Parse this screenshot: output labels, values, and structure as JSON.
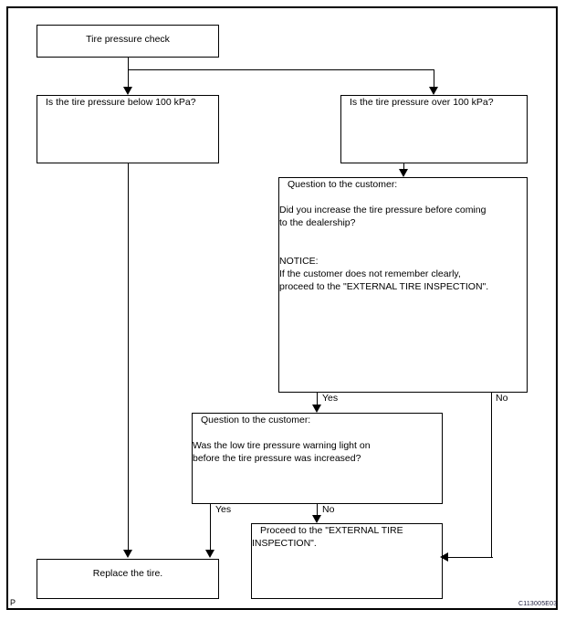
{
  "figure": {
    "corner_mark": "P",
    "figure_code": "C113005E03",
    "line_color": "#000000",
    "background": "#ffffff",
    "text_color": "#000000"
  },
  "chart_data": {
    "type": "diagram",
    "title": "Tire pressure check flowchart",
    "nodes": [
      {
        "id": "start",
        "label": "Tire pressure check"
      },
      {
        "id": "below100",
        "label": "Is the tire pressure below 100 kPa?"
      },
      {
        "id": "over100",
        "label": "Is the tire pressure over 100 kPa?"
      },
      {
        "id": "q1",
        "label": "Question to the customer:\n\nDid you increase the tire pressure before coming\nto the dealership?\n\n\nNOTICE:\nIf the customer does not remember clearly,\nproceed to the \"EXTERNAL TIRE INSPECTION\"."
      },
      {
        "id": "q2",
        "label": "Question to the customer:\n\nWas the low tire pressure warning light on\nbefore the tire pressure was increased?"
      },
      {
        "id": "replace",
        "label": "Replace the tire."
      },
      {
        "id": "external",
        "label": "Proceed to the \"EXTERNAL TIRE\nINSPECTION\"."
      }
    ],
    "edges": [
      {
        "from": "start",
        "to": "below100",
        "label": ""
      },
      {
        "from": "start",
        "to": "over100",
        "label": ""
      },
      {
        "from": "below100",
        "to": "replace",
        "label": ""
      },
      {
        "from": "over100",
        "to": "q1",
        "label": ""
      },
      {
        "from": "q1",
        "to": "q2",
        "label": "Yes"
      },
      {
        "from": "q1",
        "to": "external",
        "label": "No"
      },
      {
        "from": "q2",
        "to": "replace",
        "label": "Yes"
      },
      {
        "from": "q2",
        "to": "external",
        "label": "No"
      }
    ]
  },
  "boxes": {
    "start": {
      "label": "Tire pressure check"
    },
    "below": {
      "label": "Is the tire pressure below 100 kPa?"
    },
    "over": {
      "label": "Is the tire pressure over 100 kPa?"
    },
    "question_one": {
      "label": "Question to the customer:\n\nDid you increase the tire pressure before coming\nto the dealership?\n\n\nNOTICE:\nIf the customer does not remember clearly,\nproceed to the \"EXTERNAL TIRE INSPECTION\"."
    },
    "question_two": {
      "label": "Question to the customer:\n\nWas the low tire pressure warning light on\nbefore the tire pressure was increased?"
    },
    "replace": {
      "label": "Replace the tire."
    },
    "external": {
      "label": "Proceed to the \"EXTERNAL TIRE\nINSPECTION\"."
    }
  },
  "labels": {
    "q1_yes": "Yes",
    "q1_no": "No",
    "q2_yes": "Yes",
    "q2_no": "No"
  }
}
